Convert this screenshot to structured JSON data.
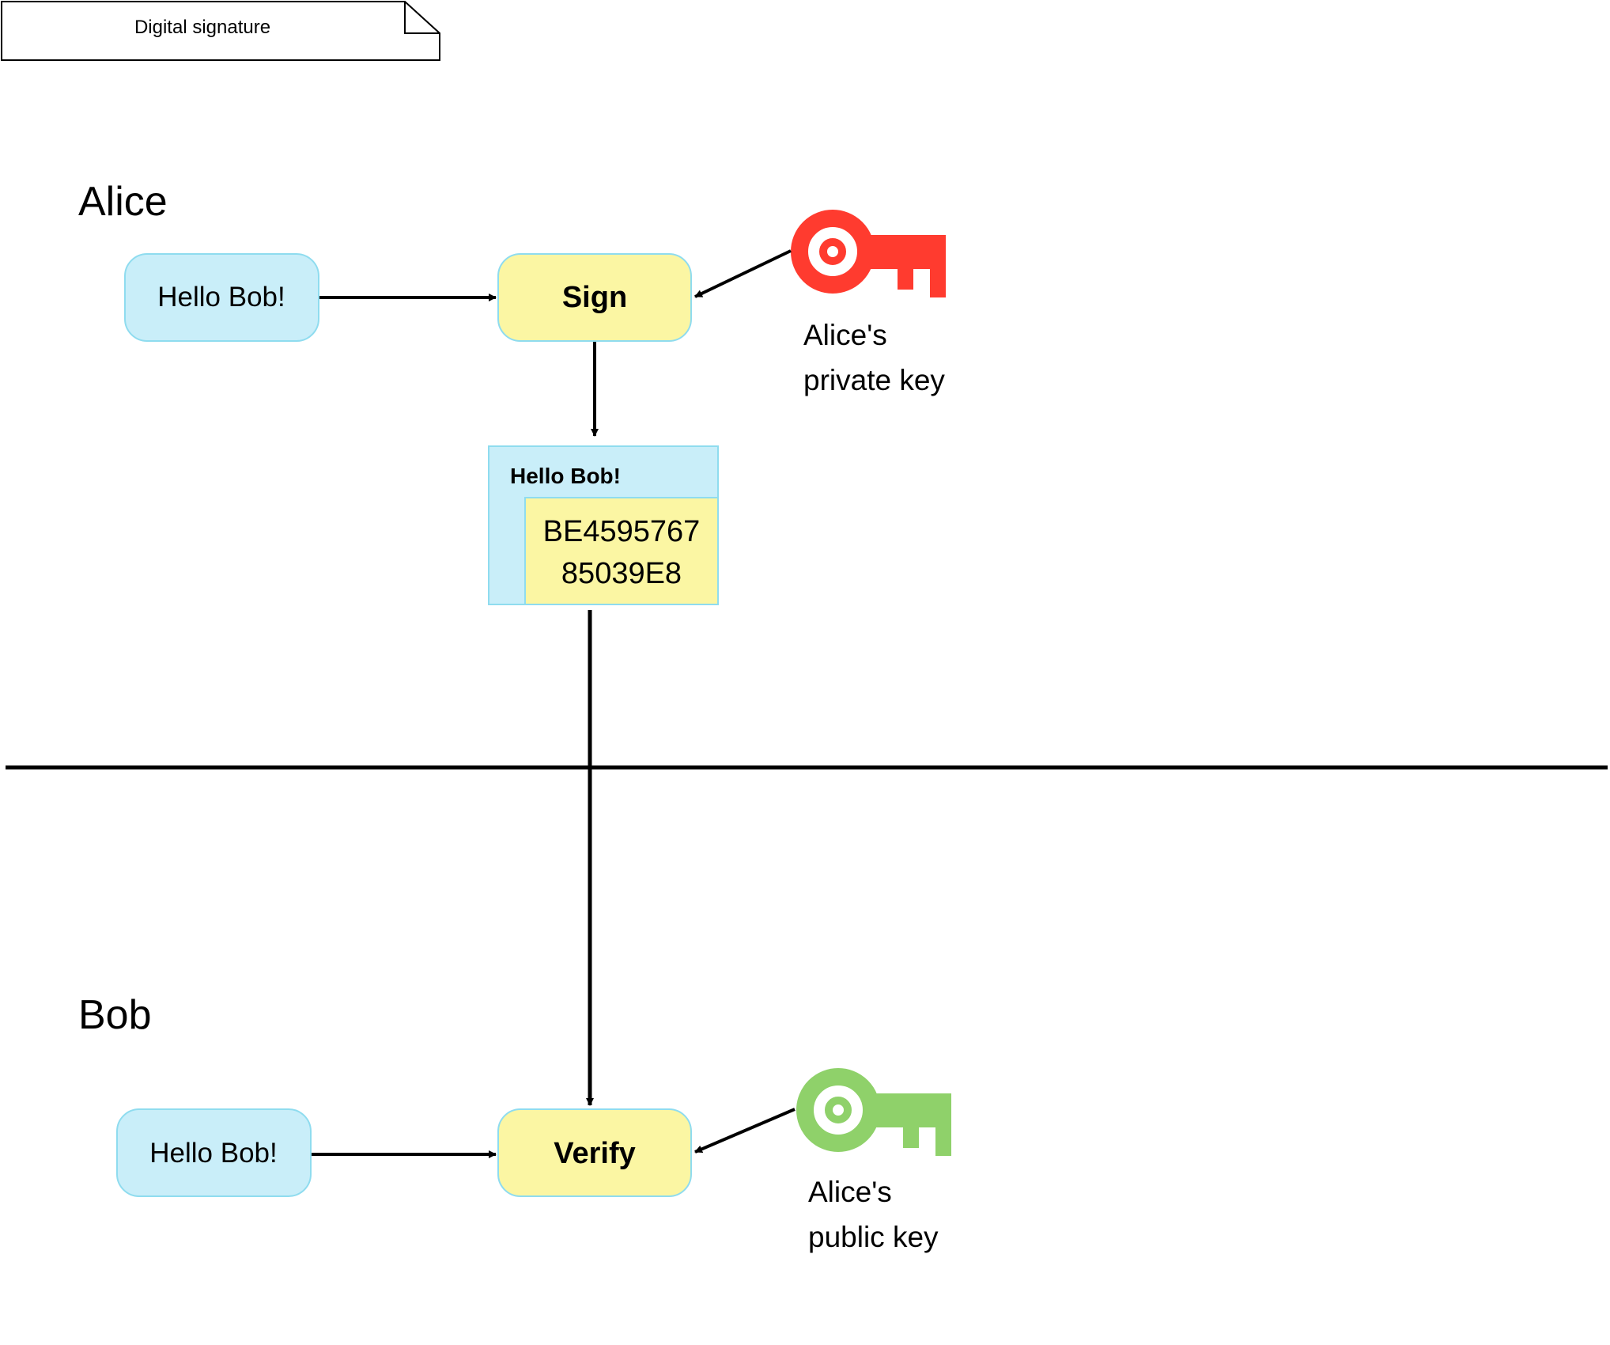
{
  "diagram": {
    "note_title": "Digital signature",
    "sections": {
      "alice": "Alice",
      "bob": "Bob"
    },
    "alice_message": "Hello Bob!",
    "sign_label": "Sign",
    "private_key": {
      "icon": "key-icon",
      "color": "#ff3b2f",
      "label_line1": "Alice's",
      "label_line2": "private key"
    },
    "signed_message": {
      "header": "Hello Bob!",
      "signature_line1": "BE4595767",
      "signature_line2": "85039E8"
    },
    "bob_message": "Hello Bob!",
    "verify_label": "Verify",
    "public_key": {
      "icon": "key-icon",
      "color": "#8fd16a",
      "label_line1": "Alice's",
      "label_line2": "public key"
    },
    "colors": {
      "message_fill": "#c9eef9",
      "message_stroke": "#8fdcef",
      "process_fill": "#fbf6a3",
      "process_stroke": "#8fdcef"
    }
  }
}
